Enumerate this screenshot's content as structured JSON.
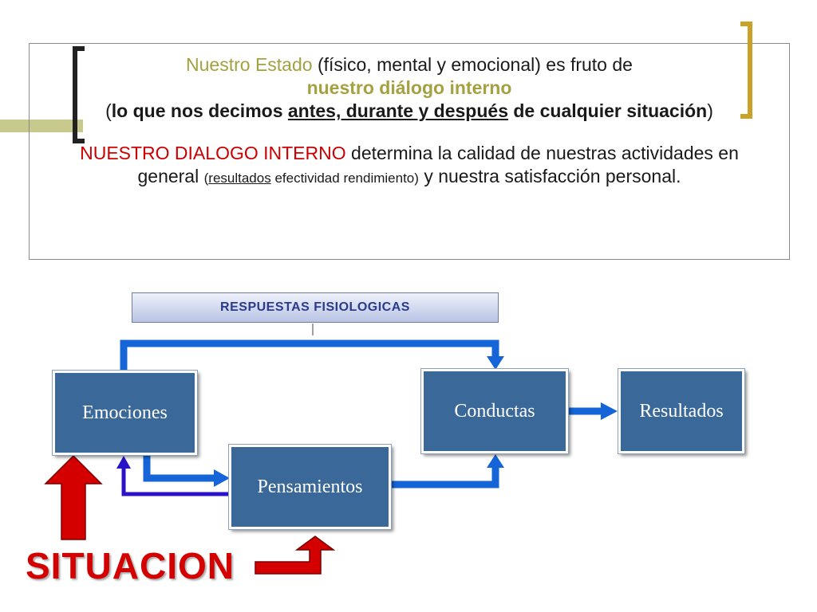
{
  "panel": {
    "line1_olive": "Nuestro Estado",
    "line1_rest": "(físico, mental y emocional) es fruto de",
    "line2": "nuestro diálogo interno",
    "line3_open": "(",
    "line3_a": "lo que nos decimos ",
    "line3_b": "antes, durante y después",
    "line3_c": " de cualquier situación",
    "line3_close": ")",
    "p2_red": "NUESTRO DIALOGO INTERNO",
    "p2_a": " determina la calidad de nuestras actividades en general ",
    "p2_small_open": "(",
    "p2_small_u": "resultados",
    "p2_small_rest": " efectividad rendimiento)",
    "p2_b": " y nuestra satisfacción personal",
    "p2_end": "."
  },
  "diagram": {
    "respuestas": "RESPUESTAS FISIOLOGICAS",
    "emociones": "Emociones",
    "pensamientos": "Pensamientos",
    "conductas": "Conductas",
    "resultados": "Resultados",
    "situacion": "SITUACION"
  },
  "colors": {
    "olive": "#a5a040",
    "red": "#cc0000",
    "node_blue": "#3a6899",
    "arrow_blue": "#1565d8",
    "arrow_purple": "#2a12c8",
    "situation_red": "#d40000"
  }
}
